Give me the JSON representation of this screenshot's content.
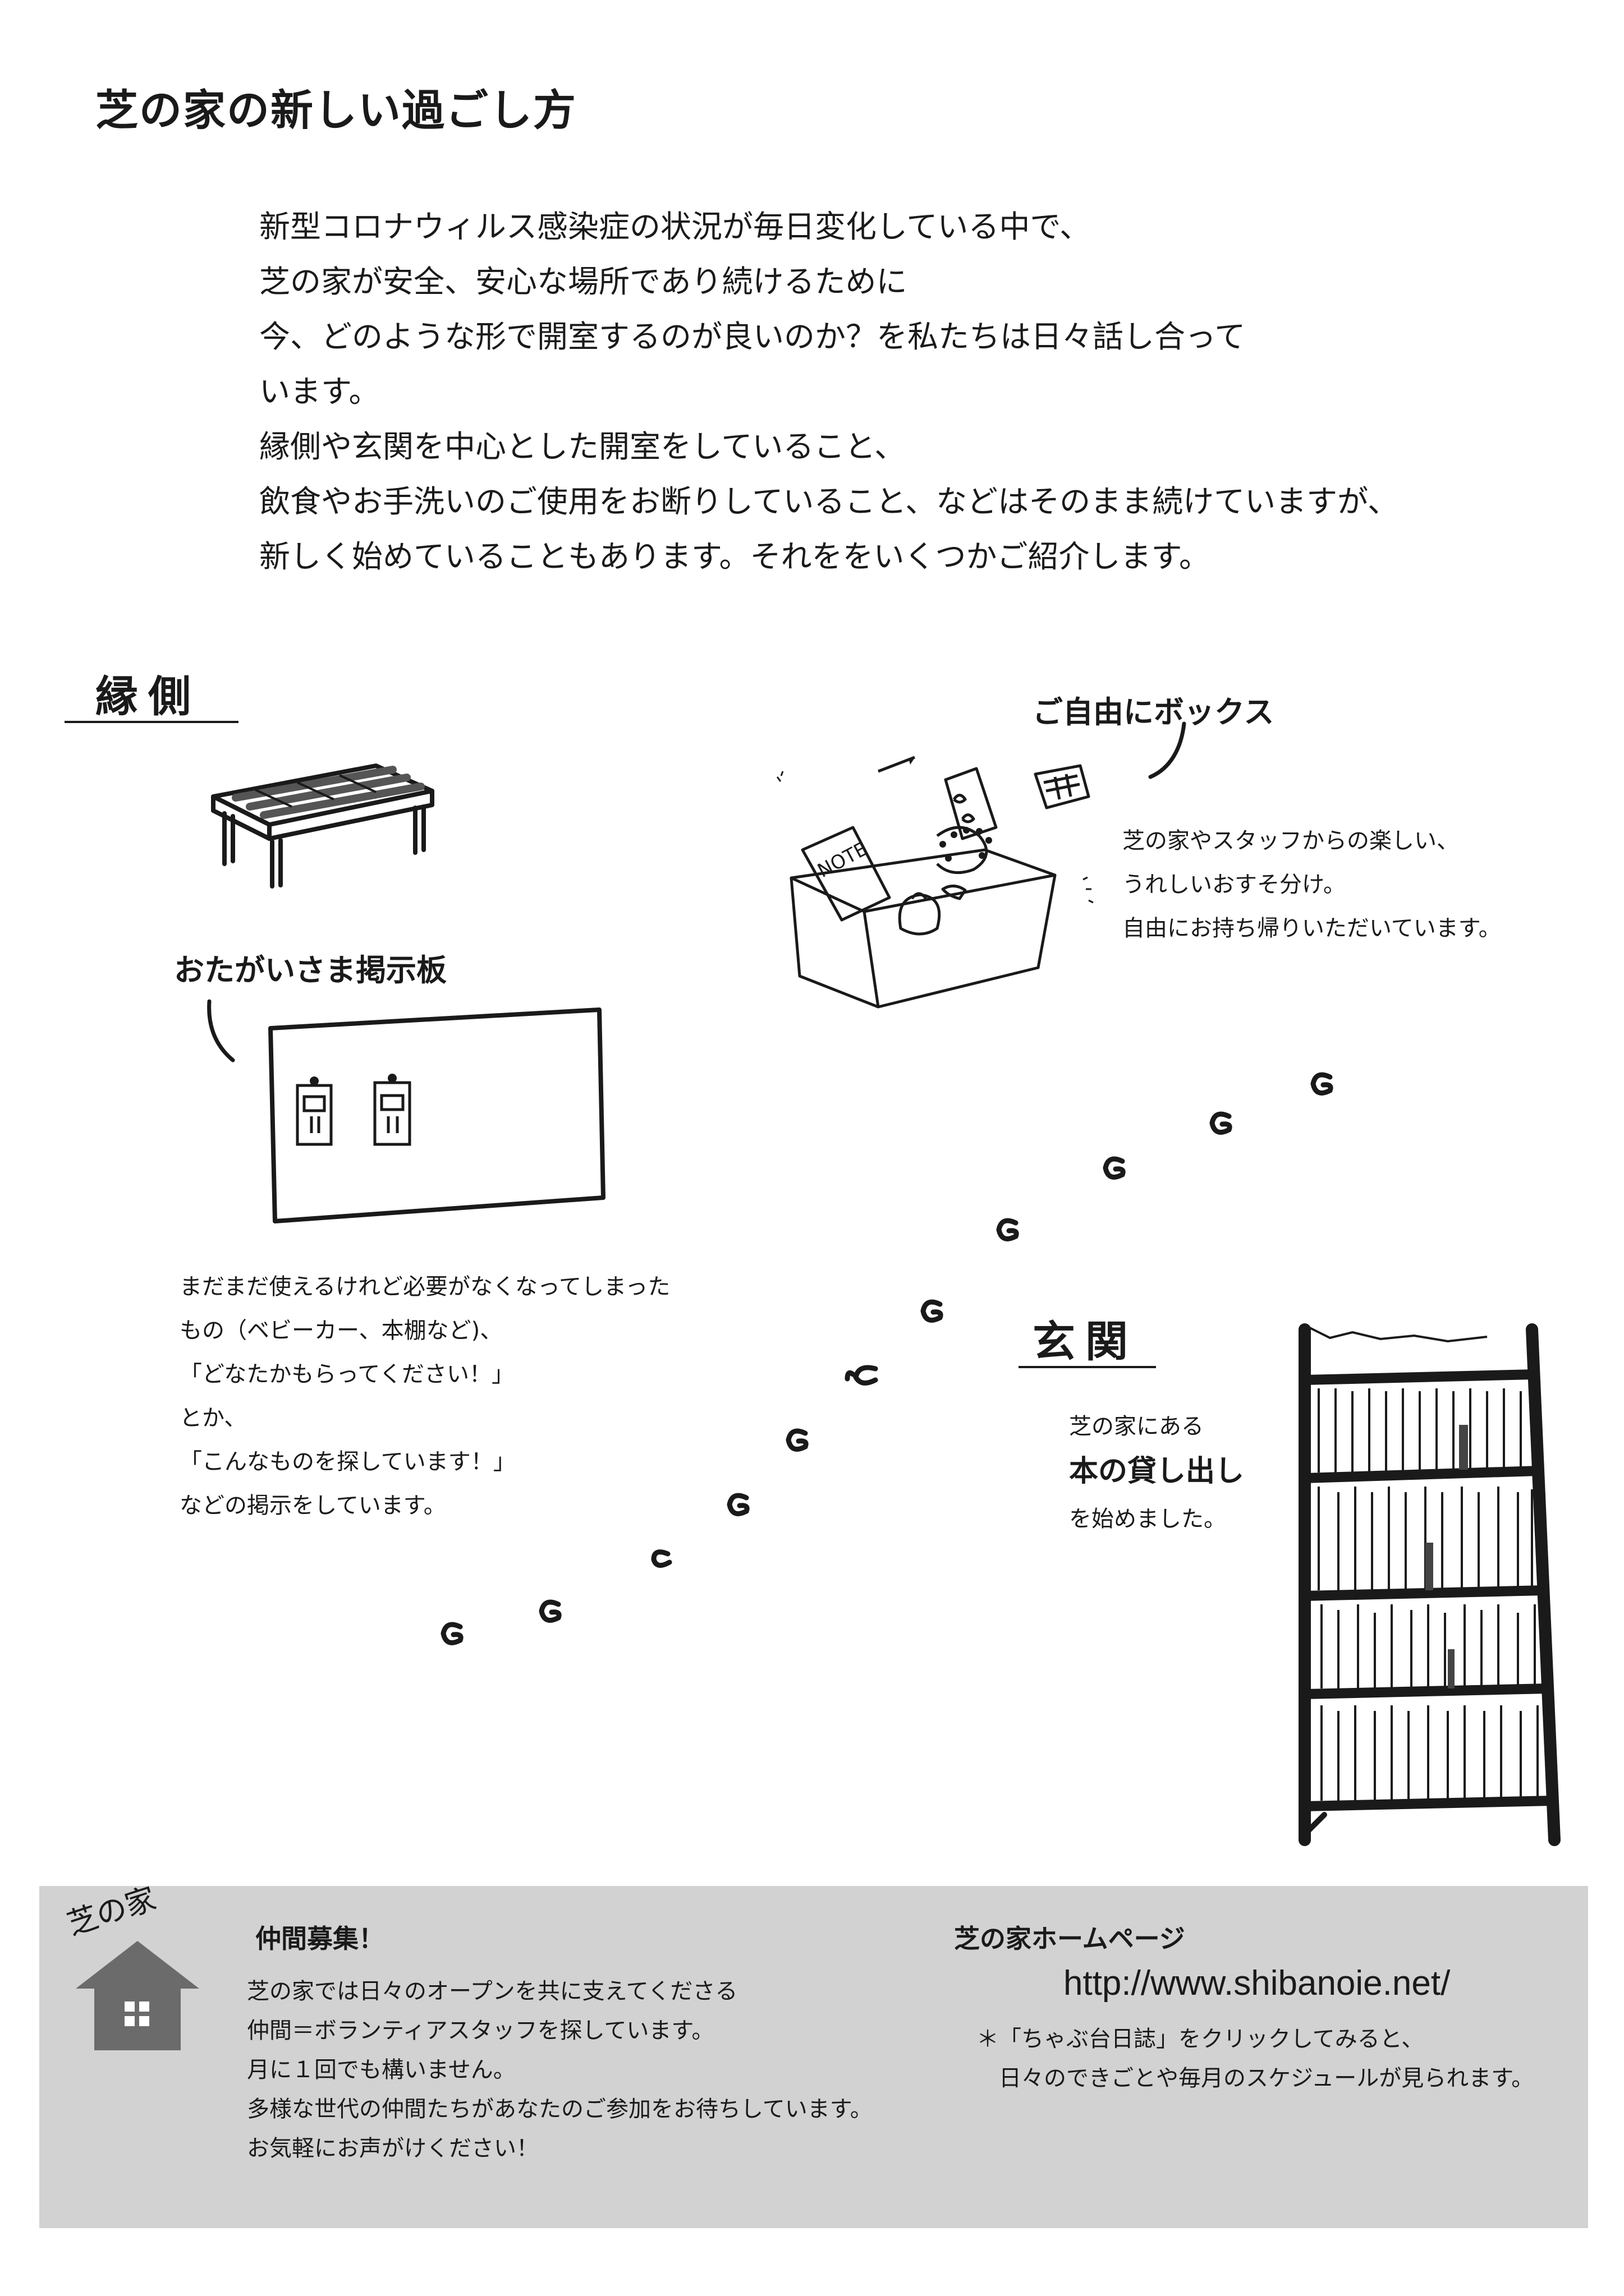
{
  "title": "芝の家の新しい過ごし方",
  "intro": {
    "lines": [
      "新型コロナウィルス感染症の状況が毎日変化している中で、",
      "芝の家が安全、安心な場所であり続けるために",
      "今、どのような形で開室するのが良いのか？を私たちは日々話し合って",
      "います。",
      "縁側や玄関を中心とした開室をしていること、",
      "飲食やお手洗いのご使用をお断りしていること、などはそのまま続けていますが、",
      "新しく始めていることもあります。それををいくつかご紹介します。"
    ]
  },
  "engawa": {
    "heading": "縁側",
    "board_label": "おたがいさま掲示板",
    "board_text": [
      "まだまだ使えるけれど必要がなくなってしまった",
      "もの（ベビーカー、本棚など)、",
      "「どなたかもらってください！」",
      "とか、",
      "「こんなものを探しています！」",
      "などの掲示をしています。"
    ]
  },
  "free_box": {
    "label": "ご自由にボックス",
    "note_label": "NOTE",
    "text": [
      "芝の家やスタッフからの楽しい、",
      "うれしいおすそ分け。",
      "自由にお持ち帰りいただいています。"
    ]
  },
  "genkan": {
    "heading": "玄関",
    "line1": "芝の家にある",
    "highlight": "本の貸し出し",
    "line3": "を始めました。"
  },
  "footer": {
    "logo_text": "芝の家",
    "recruit": {
      "heading": "仲間募集！",
      "lines": [
        "芝の家では日々のオープンを共に支えてくださる",
        "仲間＝ボランティアスタッフを探しています。",
        "月に１回でも構いません。",
        "多様な世代の仲間たちがあなたのご参加をお待ちしています。",
        "お気軽にお声がけください！"
      ]
    },
    "homepage": {
      "heading": "芝の家ホームページ",
      "url": "http://www.shibanoie.net/",
      "note_lines": [
        "＊「ちゃぶ台日誌」をクリックしてみると、",
        "日々のできごとや毎月のスケジュールが見られます。"
      ]
    }
  }
}
